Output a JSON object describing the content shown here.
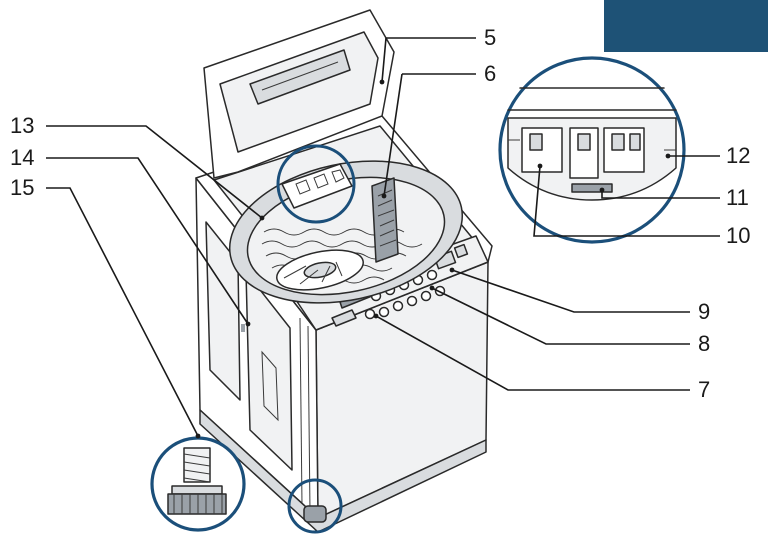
{
  "colors": {
    "accent": "#1e5276",
    "zoom_ring": "#1b4f7a",
    "ink": "#1a1a1a"
  },
  "callouts": [
    {
      "id": "5",
      "label": "5"
    },
    {
      "id": "6",
      "label": "6"
    },
    {
      "id": "7",
      "label": "7"
    },
    {
      "id": "8",
      "label": "8"
    },
    {
      "id": "9",
      "label": "9"
    },
    {
      "id": "10",
      "label": "10"
    },
    {
      "id": "11",
      "label": "11"
    },
    {
      "id": "12",
      "label": "12"
    },
    {
      "id": "13",
      "label": "13"
    },
    {
      "id": "14",
      "label": "14"
    },
    {
      "id": "15",
      "label": "15"
    }
  ]
}
